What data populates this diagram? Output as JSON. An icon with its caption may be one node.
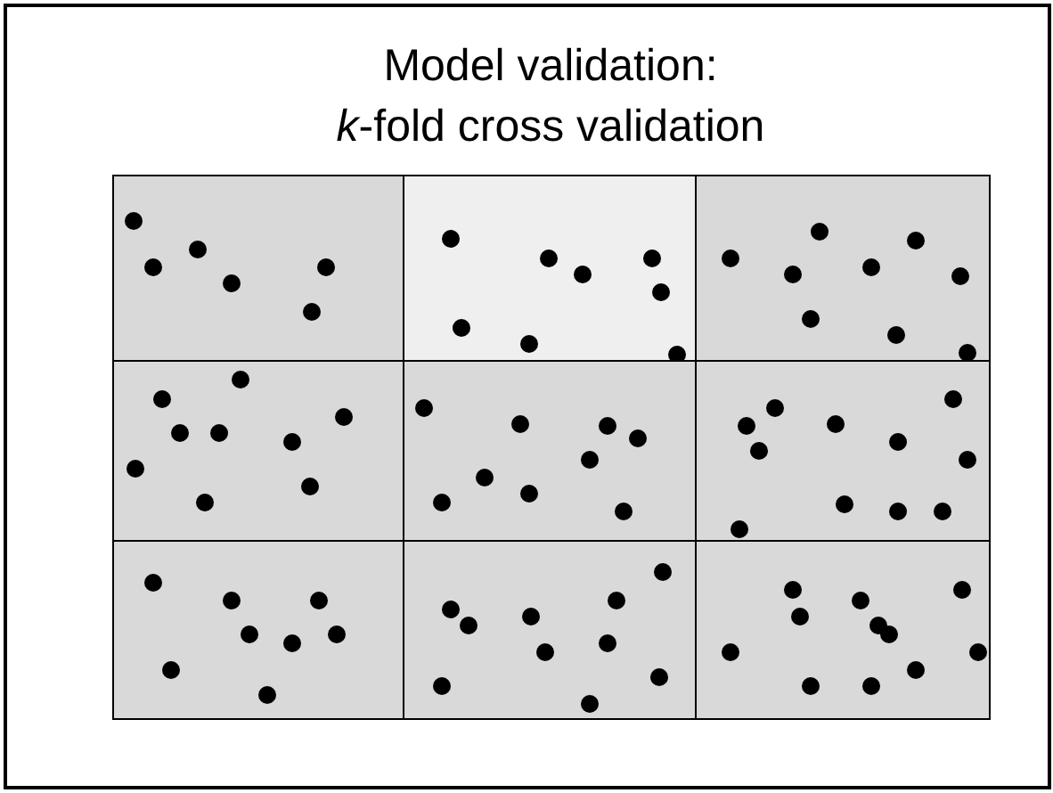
{
  "diagram": {
    "title": "Model validation: *k*-fold cross validation",
    "nodes": [
      {
        "text": [],
        "shape": "box"
      },
      {
        "text": [],
        "shape": "box"
      },
      {
        "text": [],
        "shape": "box"
      },
      {
        "text": [],
        "shape": "box"
      },
      {
        "text": [],
        "shape": "box"
      },
      {
        "text": [],
        "shape": "box"
      },
      {
        "text": [],
        "shape": "box"
      },
      {
        "text": [],
        "shape": "box"
      },
      {
        "text": [],
        "shape": "box"
      }
    ],
    "edges": []
  }
}
